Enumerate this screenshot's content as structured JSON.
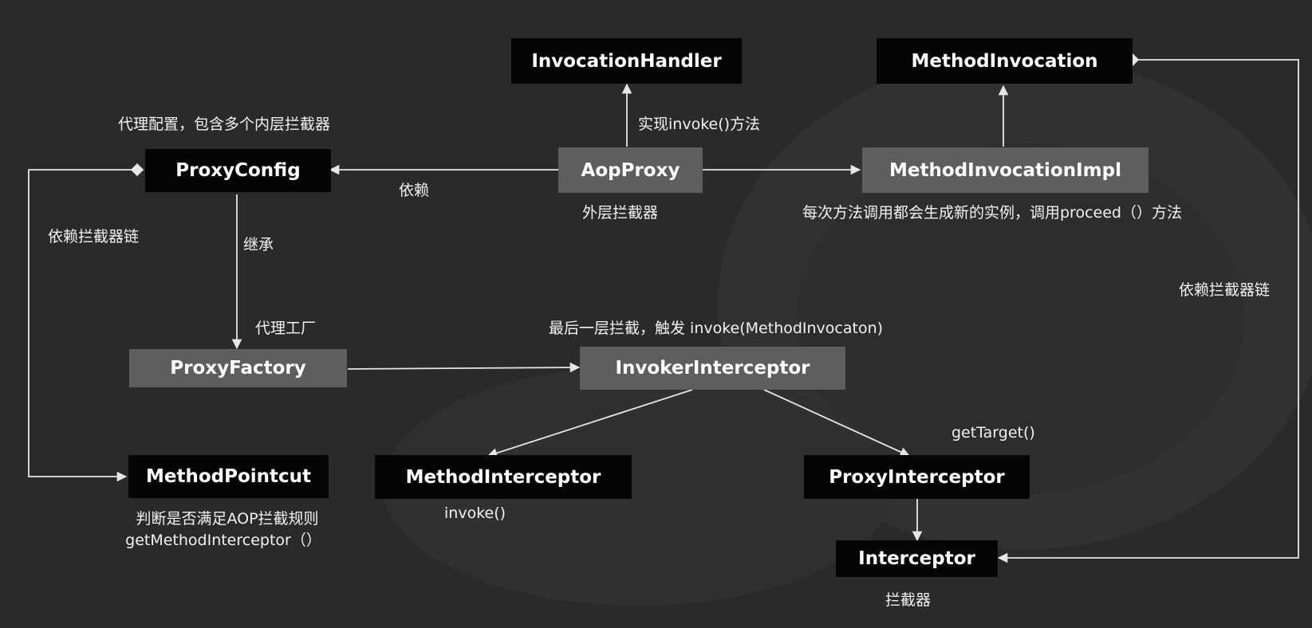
{
  "nodes": {
    "invocation_handler": "InvocationHandler",
    "method_invocation": "MethodInvocation",
    "proxy_config": "ProxyConfig",
    "aop_proxy": "AopProxy",
    "method_invocation_impl": "MethodInvocationImpl",
    "proxy_factory": "ProxyFactory",
    "invoker_interceptor": "InvokerInterceptor",
    "method_pointcut": "MethodPointcut",
    "method_interceptor": "MethodInterceptor",
    "proxy_interceptor": "ProxyInterceptor",
    "interceptor": "Interceptor"
  },
  "labels": {
    "proxy_config_desc": "代理配置，包含多个内层拦截器",
    "implements_invoke": "实现invoke()方法",
    "depends": "依赖",
    "outer_interceptor": "外层拦截器",
    "new_instance_desc": "每次方法调用都会生成新的实例，调用proceed（）方法",
    "depends_chain_left": "依赖拦截器链",
    "depends_chain_right": "依赖拦截器链",
    "inherits": "继承",
    "proxy_factory_desc": "代理工厂",
    "last_layer_desc": "最后一层拦截，触发 invoke(MethodInvocaton)",
    "get_target": "getTarget()",
    "pointcut_desc_1": "判断是否满足AOP拦截规则",
    "pointcut_desc_2": "getMethodInterceptor（）",
    "invoke_call": "invoke()",
    "interceptor_desc": "拦截器"
  },
  "colors": {
    "background": "#2a2a2a",
    "node_dark": "#050505",
    "node_gray": "#5e5e5e",
    "text": "#ffffff",
    "connector": "#e6e6e6"
  }
}
